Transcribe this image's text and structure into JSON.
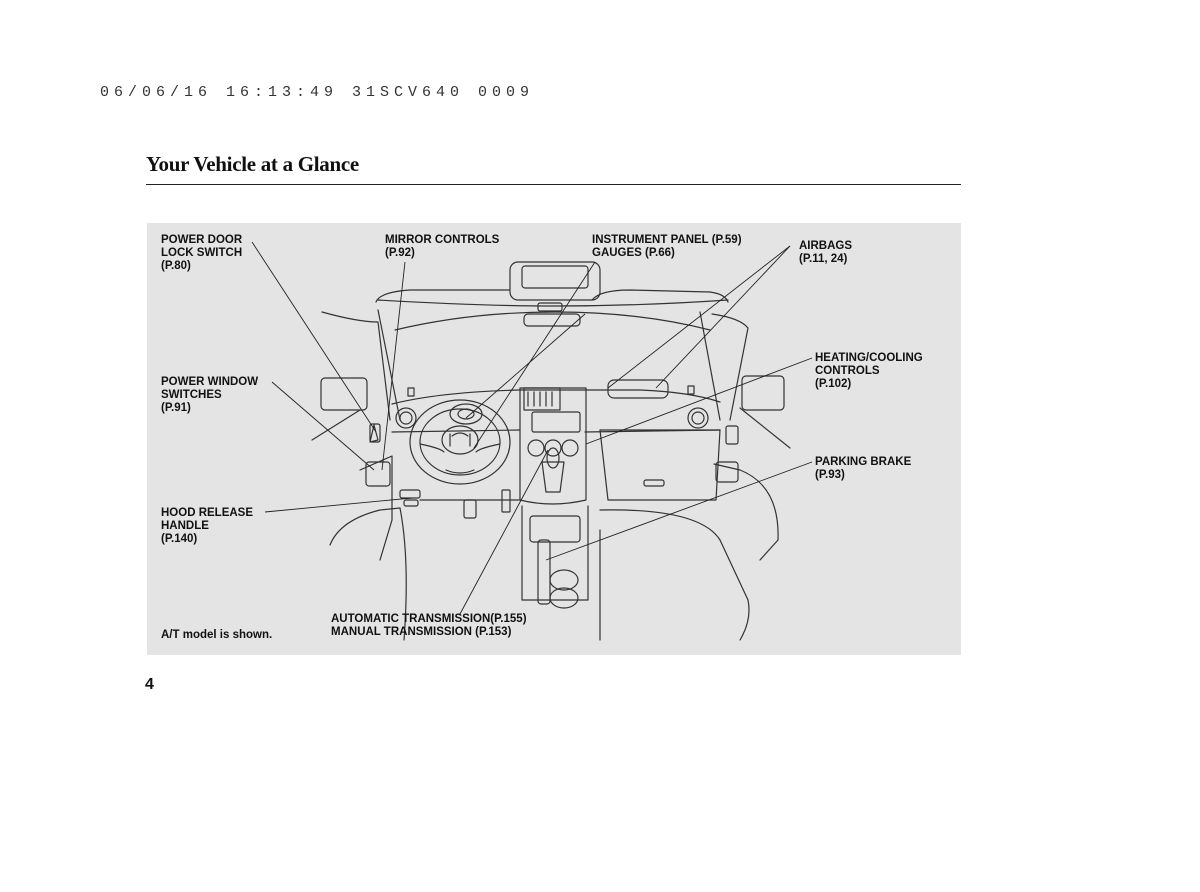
{
  "header": {
    "print_stamp": "06/06/16 16:13:49 31SCV640 0009",
    "title": "Your Vehicle at a Glance"
  },
  "figure": {
    "callouts": {
      "power_door_lock": {
        "line1": "POWER DOOR",
        "line2": "LOCK SWITCH",
        "ref": "(P.80)"
      },
      "mirror_controls": {
        "line1": "MIRROR CONTROLS",
        "ref": "(P.92)"
      },
      "instrument_panel": {
        "line1": "INSTRUMENT PANEL (P.59)",
        "line2": "GAUGES (P.66)"
      },
      "airbags": {
        "line1": "AIRBAGS",
        "ref": "(P.11, 24)"
      },
      "heating_cooling": {
        "line1": "HEATING/COOLING",
        "line2": "CONTROLS",
        "ref": "(P.102)"
      },
      "power_window": {
        "line1": "POWER WINDOW",
        "line2": "SWITCHES",
        "ref": "(P.91)"
      },
      "parking_brake": {
        "line1": "PARKING BRAKE",
        "ref": "(P.93)"
      },
      "hood_release": {
        "line1": "HOOD RELEASE",
        "line2": "HANDLE",
        "ref": "(P.140)"
      },
      "transmission": {
        "line1": "AUTOMATIC TRANSMISSION(P.155)",
        "line2": "MANUAL TRANSMISSION (P.153)"
      }
    },
    "note": "A/T model is shown."
  },
  "page_number": "4"
}
